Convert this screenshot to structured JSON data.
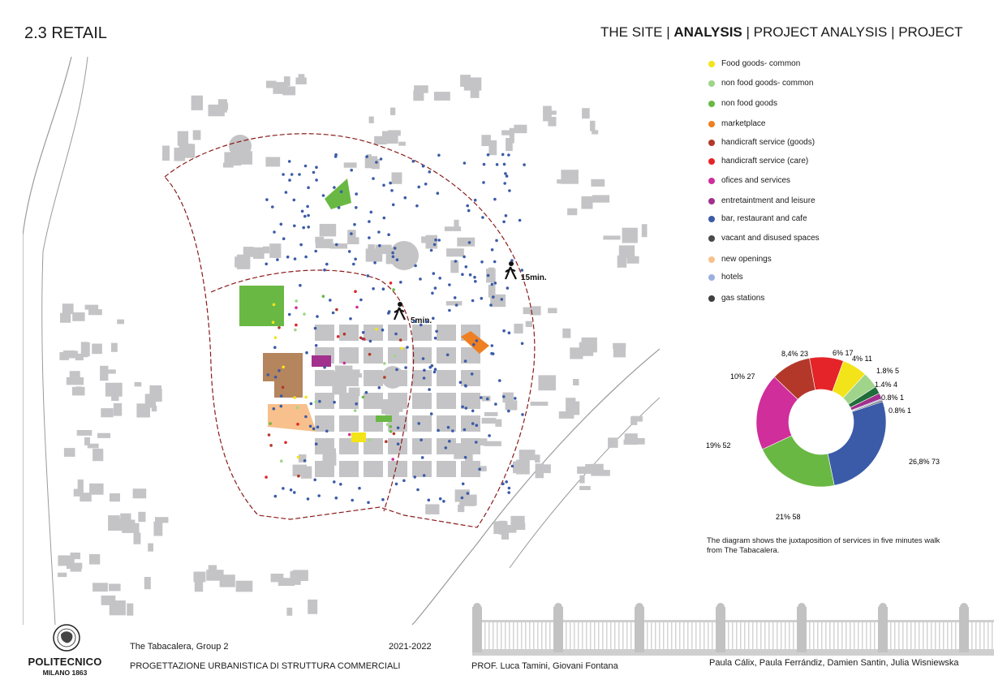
{
  "header": {
    "title": "2.3 RETAIL",
    "nav_1": "THE SITE | ",
    "nav_2": "ANALYSIS",
    "nav_3": " |  PROJECT ANALYSIS |  PROJECT"
  },
  "map": {
    "walk_5": "5min.",
    "walk_15": "15min."
  },
  "legend": [
    {
      "label": "Food goods- common",
      "color": "#f2e418"
    },
    {
      "label": "non food goods- common",
      "color": "#9fd48a"
    },
    {
      "label": "non food goods",
      "color": "#6ab844"
    },
    {
      "label": "marketplace",
      "color": "#ee7f22"
    },
    {
      "label": "handicraft service (goods)",
      "color": "#b3382a"
    },
    {
      "label": "handicraft service (care)",
      "color": "#e42428"
    },
    {
      "label": "ofices and services",
      "color": "#cf2e9b"
    },
    {
      "label": "entretaintment and leisure",
      "color": "#a2308c"
    },
    {
      "label": "bar, restaurant and cafe",
      "color": "#3b5ba8"
    },
    {
      "label": "vacant and disused spaces",
      "color": "#4a4a4a"
    },
    {
      "label": "new openings",
      "color": "#f8c08c"
    },
    {
      "label": "hotels",
      "color": "#9cb0dc"
    },
    {
      "label": "gas stations",
      "color": "#3f3f3f"
    }
  ],
  "chart_data": {
    "type": "pie",
    "donut": true,
    "slices": [
      {
        "label": "6% 17",
        "value": 17,
        "color": "#f2e418"
      },
      {
        "label": "4% 11",
        "value": 11,
        "color": "#9fd48a"
      },
      {
        "label": "1.8% 5",
        "value": 5,
        "color": "#1f6e3a"
      },
      {
        "label": "1.4% 4",
        "value": 4,
        "color": "#a2308c"
      },
      {
        "label": "0.8% 1",
        "value": 1,
        "color": "#9cb0dc"
      },
      {
        "label": "0.8% 1",
        "value": 1,
        "color": "#4a4a4a"
      },
      {
        "label": "26,8% 73",
        "value": 73,
        "color": "#3b5ba8"
      },
      {
        "label": "21% 58",
        "value": 58,
        "color": "#6ab844"
      },
      {
        "label": "19% 52",
        "value": 52,
        "color": "#cf2e9b"
      },
      {
        "label": "10% 27",
        "value": 27,
        "color": "#b3382a"
      },
      {
        "label": "8,4% 23",
        "value": 23,
        "color": "#e42428"
      }
    ]
  },
  "caption": "The diagram shows the juxtaposition of services in five minutes walk from The Tabacalera.",
  "footer": {
    "project": "The Tabacalera, Group 2",
    "year": "2021-2022",
    "course": "PROGETTAZIONE URBANISTICA DI STRUTTURA COMMERCIALI",
    "prof": "PROF. Luca Tamini, Giovani Fontana",
    "authors": "Paula Cálix, Paula Ferrándiz, Damien Santin, Julia Wisniewska",
    "logo_name": "POLITECNICO",
    "logo_sub": "MILANO 1863"
  }
}
